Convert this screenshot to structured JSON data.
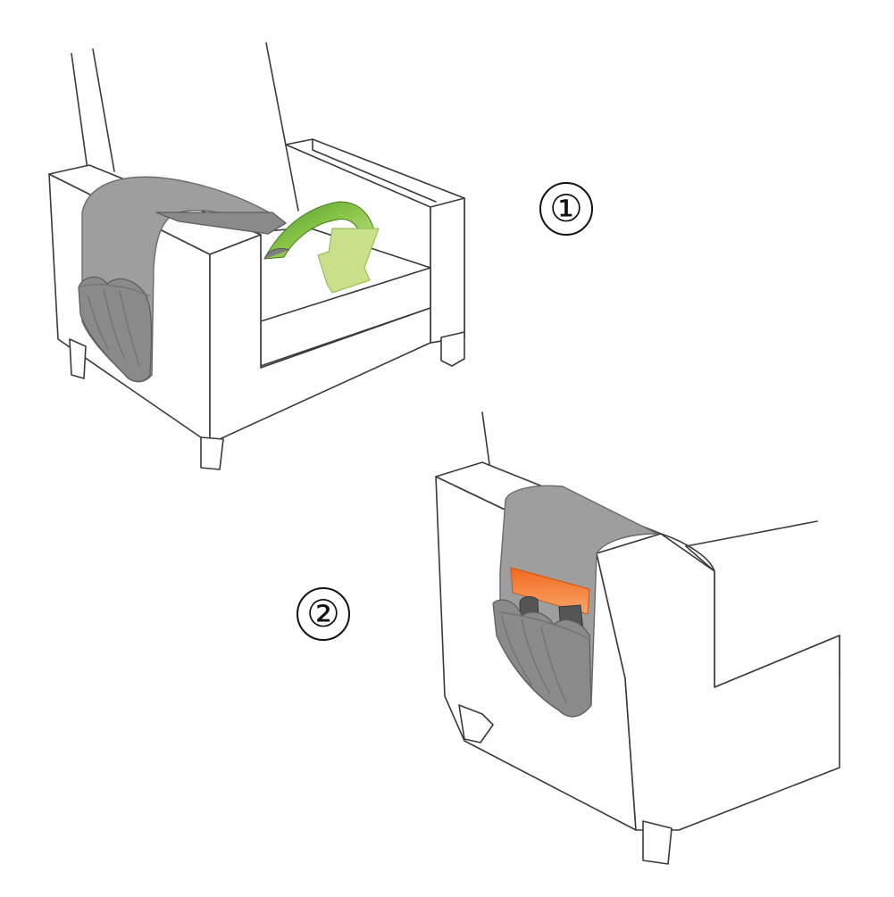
{
  "steps": [
    {
      "number": "1",
      "label": "①"
    },
    {
      "number": "2",
      "label": "②"
    }
  ],
  "colors": {
    "organizer": "#9e9e9e",
    "arrow_dark": "#6fb43a",
    "arrow_light": "#c8e08a",
    "remote_highlight": "#f07a2a",
    "outline": "#3a3a3a"
  },
  "icons": [
    "curved-arrow-icon",
    "armchair-icon",
    "remote-control-icon"
  ]
}
